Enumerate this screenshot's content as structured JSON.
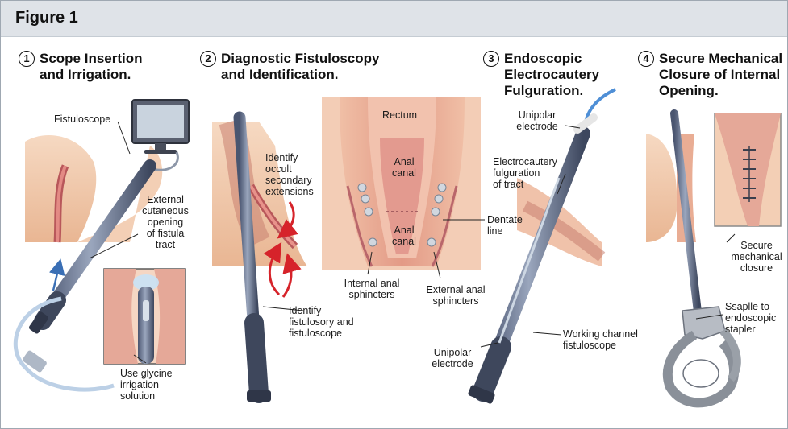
{
  "figure": {
    "title": "Figure 1"
  },
  "steps": [
    {
      "num": "1",
      "title": "Scope Insertion\nand Irrigation."
    },
    {
      "num": "2",
      "title": "Diagnostic Fistuloscopy\nand Identification."
    },
    {
      "num": "3",
      "title": "Endoscopic\nElectrocautery\nFulguration."
    },
    {
      "num": "4",
      "title": "Secure Mechanical\nClosure of Internal\nOpening."
    }
  ],
  "labels": {
    "fistuloscope": "Fistuloscope",
    "external_opening": "External\ncutaneous\nopening\nof fistula\ntract",
    "glycine": "Use glycine\nirrigation\nsolution",
    "occult": "Identify\noccult\nsecondary\nextensions",
    "identify_fistulosory": "Identify\nfistulosory and\nfistuloscope",
    "rectum": "Rectum",
    "anal_canal_upper": "Anal\ncanal",
    "anal_canal_lower": "Anal\ncanal",
    "internal_sphincters": "Internal anal\nsphincters",
    "external_sphincters": "External anal\nsphincters",
    "dentate": "Dentate\nline",
    "unipolar_top": "Unipolar\nelectrode",
    "electrocautery": "Electrocautery\nfulguration\nof tract",
    "working_channel": "Working channel\nfistuloscope",
    "unipolar_bottom": "Unipolar\nelectrode",
    "secure_closure": "Secure\nmechanical\nclosure",
    "stapler": "Ssaplle to\nendoscopic\nstapler"
  },
  "colors": {
    "skin": "#f2c9a8",
    "tissue": "#e8a58c",
    "muscle": "#d98a78",
    "mucosa": "#c96f6a",
    "scope": "#6a7690",
    "scope_dark": "#3f4a60",
    "arrow_red": "#d6232a",
    "arrow_blue": "#3a6fb5"
  }
}
